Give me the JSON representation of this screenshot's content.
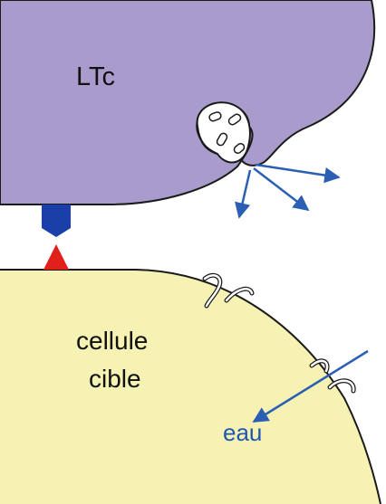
{
  "labels": {
    "ltc": "LTc",
    "target_line1": "cellule",
    "target_line2": "cible",
    "water": "eau"
  },
  "colors": {
    "background": "#ffffff",
    "ltc_fill": "#a99ccc",
    "target_fill": "#f6f2b4",
    "outline": "#1a1a1a",
    "receptor": "#1b3fa8",
    "antigen": "#e0201b",
    "arrow": "#2b5fb3",
    "membrane_accent": "#6f9bd2",
    "water_text": "#1f57b0"
  }
}
